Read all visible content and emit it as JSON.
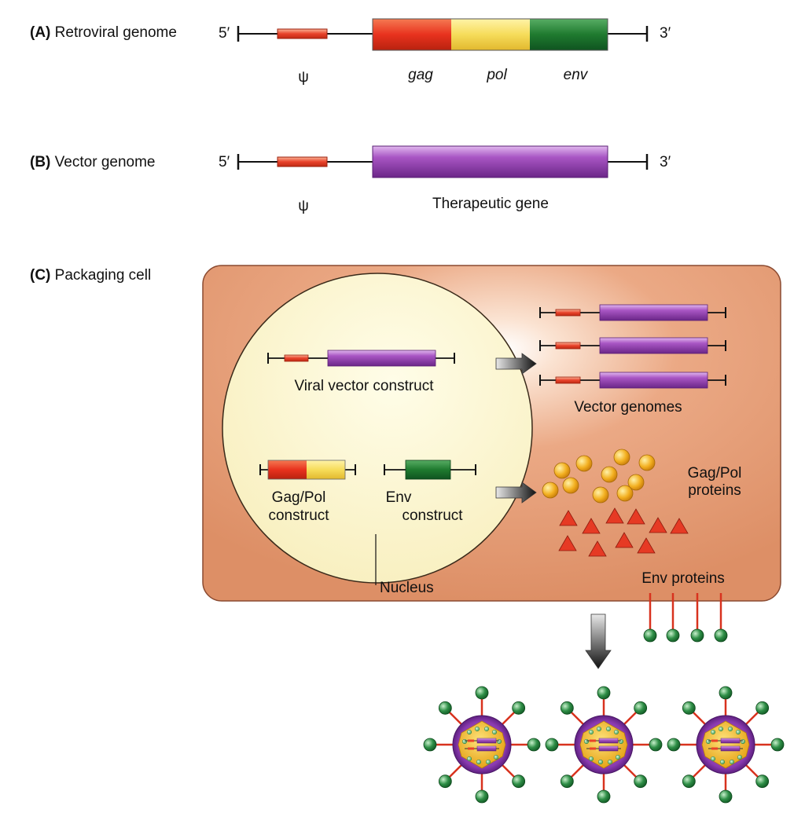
{
  "panel_a": {
    "letter": "(A)",
    "title": "Retroviral genome",
    "five_prime": "5′",
    "three_prime": "3′",
    "psi": "ψ",
    "gag": "gag",
    "pol": "pol",
    "env": "env"
  },
  "panel_b": {
    "letter": "(B)",
    "title": "Vector genome",
    "five_prime": "5′",
    "three_prime": "3′",
    "psi": "ψ",
    "gene": "Therapeutic gene"
  },
  "panel_c": {
    "letter": "(C)",
    "title": "Packaging cell",
    "viral_vector_construct": "Viral vector construct",
    "vector_genomes": "Vector genomes",
    "gagpol_construct": [
      "Gag/Pol",
      "construct"
    ],
    "env_construct": [
      "Env",
      "construct"
    ],
    "gagpol_proteins": [
      "Gag/Pol",
      "proteins"
    ],
    "env_proteins": "Env proteins",
    "nucleus": "Nucleus"
  },
  "colors": {
    "psi_red": "#e8422a",
    "gag_red": "#e8321e",
    "pol_yellow": "#f6dc5a",
    "env_green": "#1f7a2f",
    "purple": "#8e3ca8",
    "cell": "#e49a72",
    "nucleus": "#fbf6cf",
    "gagpol_ball": "#f3b021",
    "env_triangle": "#e63a24",
    "spike_ball": "#2f8f47"
  }
}
